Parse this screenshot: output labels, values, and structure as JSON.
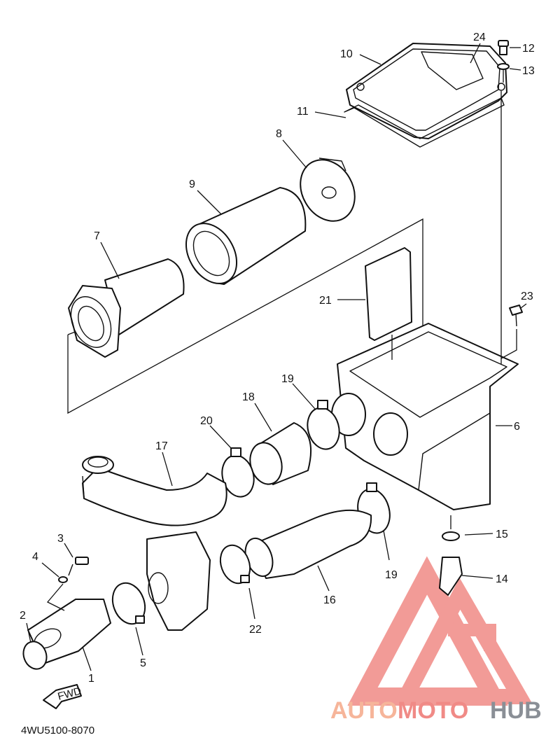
{
  "diagram": {
    "callouts": {
      "c1": "1",
      "c2": "2",
      "c3": "3",
      "c4": "4",
      "c5": "5",
      "c6": "6",
      "c7": "7",
      "c8": "8",
      "c9": "9",
      "c10": "10",
      "c11": "11",
      "c12": "12",
      "c13": "13",
      "c14": "14",
      "c15": "15",
      "c16": "16",
      "c17": "17",
      "c18": "18",
      "c19a": "19",
      "c19b": "19",
      "c20": "20",
      "c21": "21",
      "c22": "22",
      "c23": "23",
      "c24": "24"
    },
    "fwd_label": "FWD",
    "diagram_code": "4WU5100-8070"
  },
  "watermark": {
    "auto": "AUTO",
    "moto": "MOTO",
    "hub": "HUB"
  },
  "colors": {
    "line": "#111111",
    "watermark_red": "#f08a86",
    "watermark_orange": "#f6b59a",
    "watermark_gray": "#8a8f96"
  }
}
